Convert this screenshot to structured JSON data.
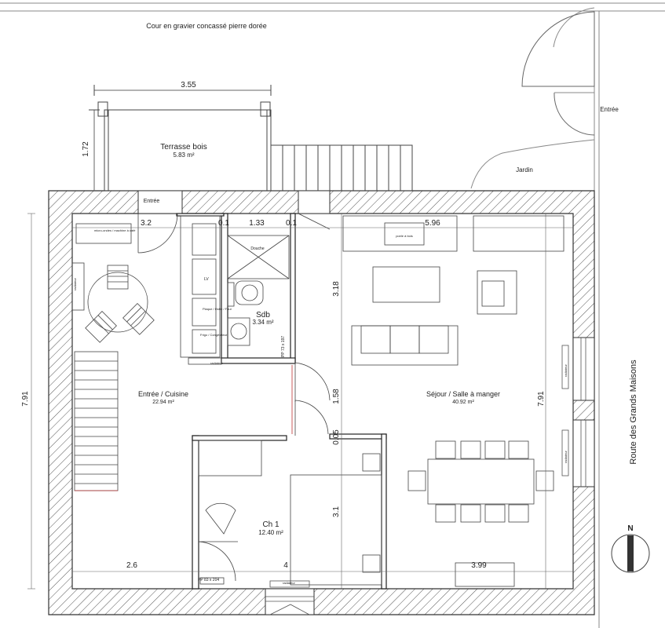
{
  "site": {
    "courtyard": "Cour en gravier concassé pierre dorée",
    "garden": "Jardin",
    "entry_street": "Entrée",
    "road": "Route des Grands Maisons",
    "north": "N"
  },
  "rooms": {
    "terrace_name": "Terrasse bois",
    "terrace_area": "5.83 m²",
    "kitchen_name": "Entrée / Cuisine",
    "kitchen_area": "22.94 m²",
    "bath_name": "Sdb",
    "bath_area": "3.34 m²",
    "living_name": "Séjour / Salle à manger",
    "living_area": "40.92 m²",
    "bed_name": "Ch 1",
    "bed_area": "12.40 m²",
    "entry_label": "Entrée"
  },
  "dimensions": {
    "terrace_width": "3.55",
    "terrace_depth": "1.72",
    "d_3_2": "3.2",
    "d_0_1_a": "0.1",
    "d_1_33": "1.33",
    "d_0_1_b": "0.1",
    "d_5_96": "5.96",
    "d_3_18": "3.18",
    "d_1_58": "1.58",
    "d_0_05": "0.05",
    "d_3_1": "3.1",
    "left_height": "7.91",
    "right_height": "7.91",
    "d_2_6": "2.6",
    "d_4": "4",
    "d_3_99": "3.99"
  },
  "fixtures": {
    "microwave": "micro-ondes / machine à café",
    "radiator": "radiateur",
    "lv": "LV",
    "hob": "Plaque / Hotte / Four",
    "fridge": "Frigo / Congélateur",
    "shower": "Douche",
    "door_pp_bath": "PP 73 x 197",
    "door_pp_bed": "PP 83 x 204",
    "stove": "poele à bois"
  }
}
